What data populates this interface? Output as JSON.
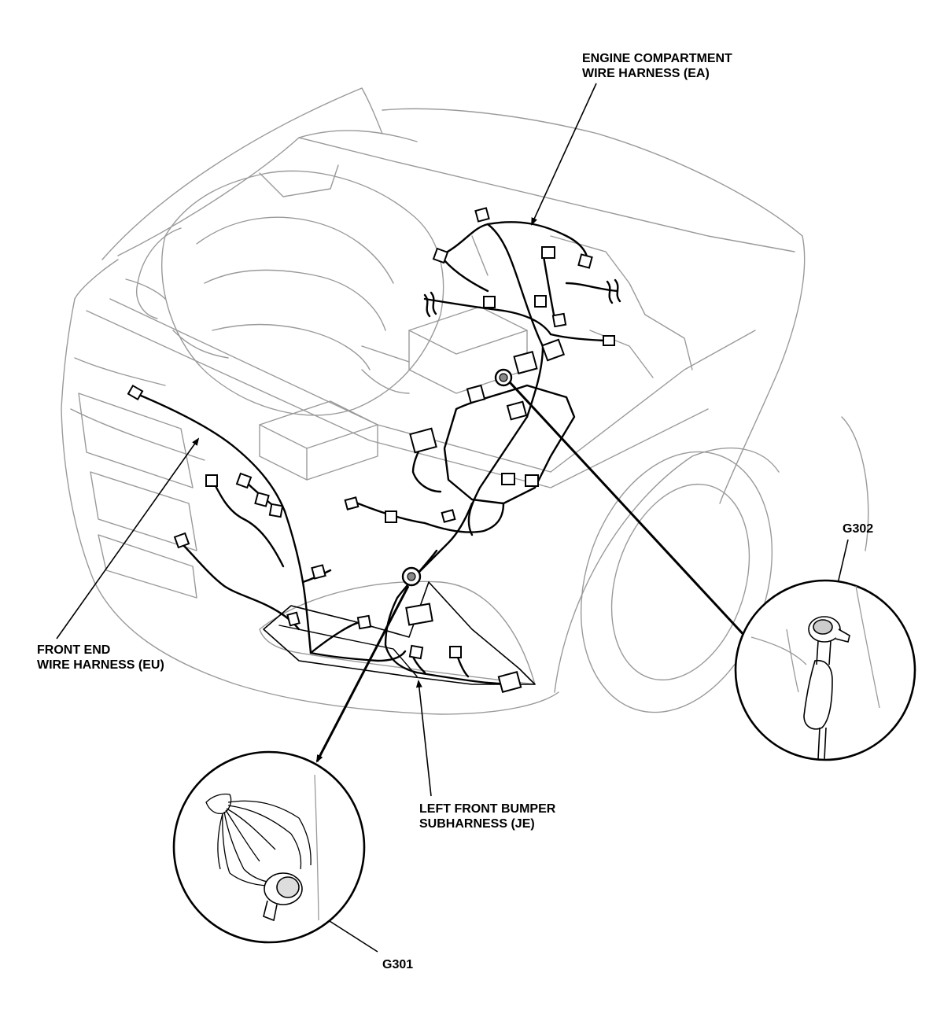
{
  "labels": {
    "engine_compartment_harness": {
      "line1": "ENGINE COMPARTMENT",
      "line2": "WIRE HARNESS (EA)"
    },
    "front_end_harness": {
      "line1": "FRONT END",
      "line2": "WIRE HARNESS (EU)"
    },
    "left_front_bumper_subharness": {
      "line1": "LEFT FRONT BUMPER",
      "line2": "SUBHARNESS (JE)"
    },
    "ground_g302": "G302",
    "ground_g301": "G301"
  },
  "colors": {
    "ink": "#000000",
    "vehicle_outline": "#9a9a9a",
    "background": "#ffffff"
  }
}
